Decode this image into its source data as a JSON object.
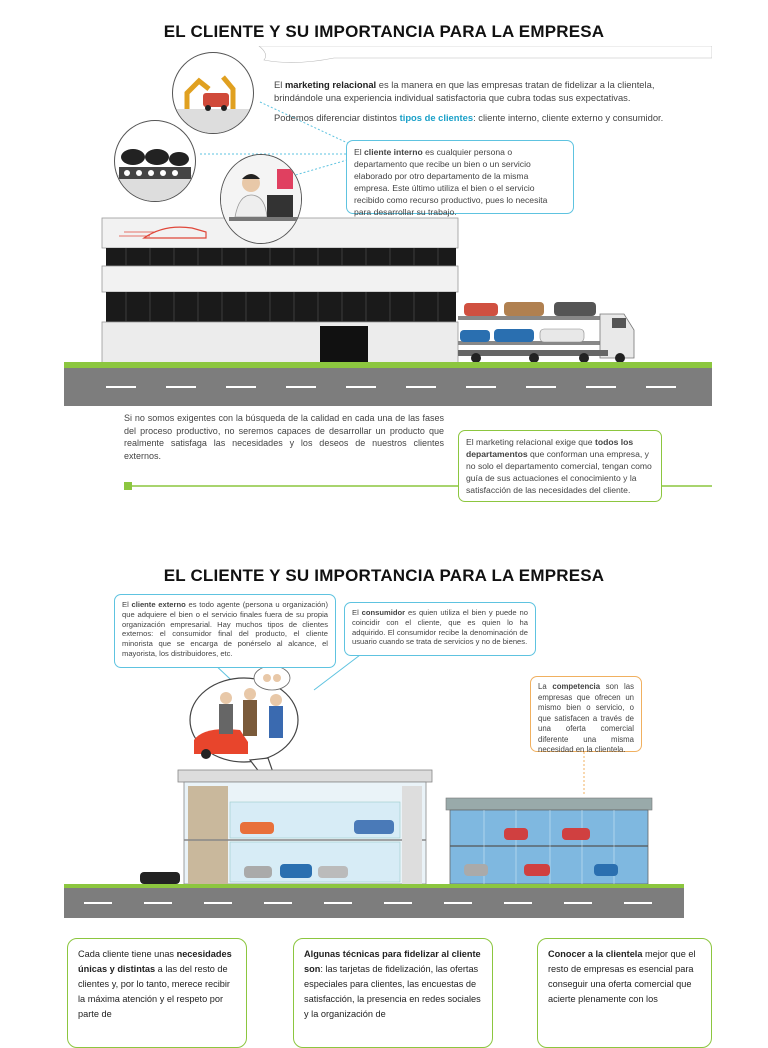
{
  "section1": {
    "title": "EL CLIENTE Y SU IMPORTANCIA PARA LA EMPRESA",
    "intro_a": "El ",
    "intro_b": "marketing relacional",
    "intro_c": " es la manera en que las empresas tratan de fidelizar a la clientela, brindándole una experiencia individual satisfactoria que cubra todas sus expectativas.",
    "types_a": "Podemos diferenciar distintos ",
    "types_b": "tipos de clientes",
    "types_c": ": cliente interno, cliente externo y consumidor.",
    "internal_a": "El ",
    "internal_b": "cliente interno",
    "internal_c": " es cualquier persona o departamento que recibe un bien o un servicio elaborado por otro departamento de la misma empresa. Este último utiliza el bien o el servicio recibido como recurso productivo, pues lo necesita para desarrollar su trabajo.",
    "quality_text": "Si no somos exigentes con la búsqueda de la calidad en cada una de las fases del proceso productivo, no seremos capaces de desarrollar un producto que realmente satisfaga las necesidades y los deseos de nuestros clientes externos.",
    "dept_a": "El marketing relacional exige que ",
    "dept_b": "todos los departamentos",
    "dept_c": " que conforman una empresa, y no solo el departamento comercial, tengan como guía de sus actuaciones el conocimiento y la satisfacción de las necesidades del cliente."
  },
  "section2": {
    "title": "EL CLIENTE Y SU IMPORTANCIA PARA LA EMPRESA",
    "external_a": "El ",
    "external_b": "cliente externo",
    "external_c": " es todo agente (persona u organización) que adquiere el bien o el servicio finales fuera de su propia organización empresarial. Hay muchos tipos de clientes externos: el consumidor final del producto, el cliente minorista que se encarga de ponérselo al alcance, el mayorista, los distribuidores, etc.",
    "consumer_a": "El ",
    "consumer_b": "consumidor",
    "consumer_c": " es quien utiliza el bien y puede no coincidir con el cliente, que es quien lo ha adquirido. El consumidor recibe la denominación de usuario cuando se trata de servicios y no de bienes.",
    "competition_a": "La ",
    "competition_b": "competencia",
    "competition_c": " son las empresas que ofrecen un mismo bien o servicio, o que satisfacen a través de una oferta comercial diferente una misma necesidad en la clientela.",
    "card1_a": "Cada cliente tiene unas ",
    "card1_b": "necesidades únicas y distintas",
    "card1_c": " a las del resto de clientes y, por lo tanto, merece recibir la máxima atención y el respeto por parte de",
    "card2_b": "Algunas técnicas para fidelizar al cliente son",
    "card2_c": ": las tarjetas de fidelización, las ofertas especiales para clientes, las encuestas de satisfacción, la presencia en redes sociales y la organización de",
    "card3_b": "Conocer a la clientela",
    "card3_c": " mejor que el resto de empresas es esencial para conseguir una oferta comercial que acierte plenamente con los"
  },
  "colors": {
    "accent_blue": "#1aa0c8",
    "bubble_blue": "#5ec3e0",
    "accent_green": "#8cc63f",
    "road": "#7d7d7d",
    "competition_orange": "#f0b060"
  },
  "icons": [
    "robot-arm-icon",
    "tires-icon",
    "office-worker-icon",
    "factory-building-icon",
    "car-carrier-truck-icon",
    "dealership-icon",
    "people-icon",
    "car-icon"
  ]
}
